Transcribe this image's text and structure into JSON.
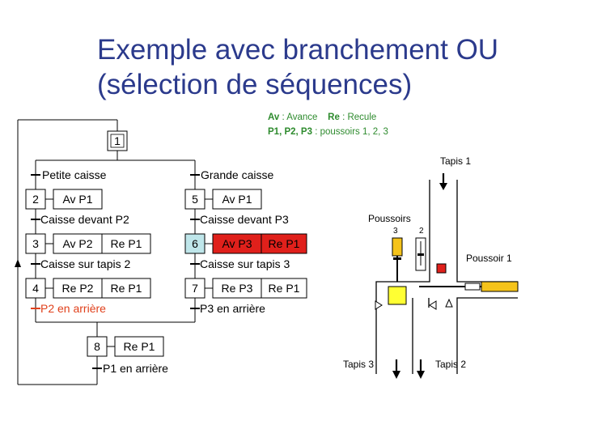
{
  "title": {
    "line1": "Exemple avec branchement OU",
    "line2": "(sélection de séquences)"
  },
  "legend": {
    "av_abbr": "Av",
    "av_text": ": Avance",
    "re_abbr": "Re",
    "re_text": ": Recule",
    "p_abbr": "P1, P2, P3",
    "p_text": ": poussoirs 1, 2, 3"
  },
  "grafcet": {
    "step1": "1",
    "left": {
      "t1": "Petite caisse",
      "step2": "2",
      "a2": "Av P1",
      "t2": "Caisse devant P2",
      "step3": "3",
      "a3a": "Av P2",
      "a3b": "Re P1",
      "t3": "Caisse sur tapis 2",
      "step4": "4",
      "a4a": "Re P2",
      "a4b": "Re P1",
      "t4": "P2 en arrière"
    },
    "right": {
      "t1": "Grande caisse",
      "step5": "5",
      "a5": "Av P1",
      "t2": "Caisse devant P3",
      "step6": "6",
      "a6a": "Av P3",
      "a6b": "Re P1",
      "t3": "Caisse sur tapis 3",
      "step7": "7",
      "a7a": "Re P3",
      "a7b": "Re P1",
      "t4": "P3 en arrière"
    },
    "step8": "8",
    "a8": "Re P1",
    "t8": "P1 en arrière"
  },
  "schema": {
    "tapis1": "Tapis 1",
    "poussoirs": "Poussoirs",
    "n3": "3",
    "n2": "2",
    "poussoir1": "Poussoir 1",
    "tapis3": "Tapis 3",
    "tapis2": "Tapis 2"
  },
  "colors": {
    "title": "#2b3a8c",
    "legend": "#2e8b2e",
    "active_action": "#e0201b",
    "active_step": "#bfe6ea",
    "transition_highlight": "#e0401b",
    "pusher_yellow": "#f5c31a",
    "box_yellow": "#ffff33",
    "box_red": "#e0201b"
  }
}
